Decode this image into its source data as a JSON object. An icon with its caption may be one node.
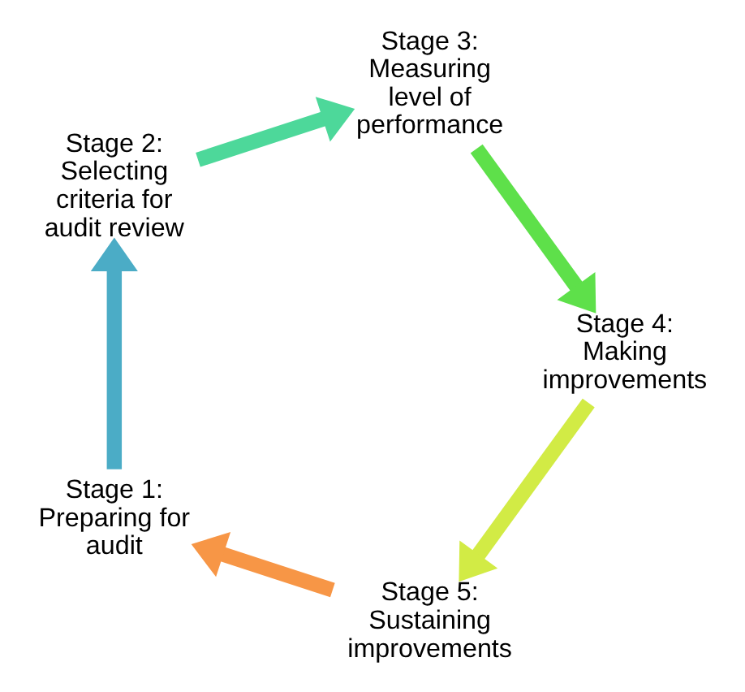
{
  "diagram": {
    "nodes": [
      {
        "text": [
          "Stage 1: Preparing for audit"
        ]
      },
      {
        "text": [
          "Stage 2: Selecting criteria for audit review"
        ]
      },
      {
        "text": [
          "Stage 3: Measuring level of performance"
        ]
      },
      {
        "text": [
          "Stage 4: Making improvements"
        ]
      },
      {
        "text": [
          "Stage 5: Sustaining improvements"
        ]
      }
    ],
    "edges": [
      {
        "from": 4,
        "to": 0,
        "arrow": "to",
        "color": "#f79646"
      },
      {
        "from": 0,
        "to": 1,
        "arrow": "to",
        "color": "#4bacc6"
      },
      {
        "from": 1,
        "to": 2,
        "arrow": "to",
        "color": "#4dd89a"
      },
      {
        "from": 2,
        "to": 3,
        "arrow": "to",
        "color": "#5ee04a"
      },
      {
        "from": 3,
        "to": 4,
        "arrow": "to",
        "color": "#d2eb45"
      }
    ]
  }
}
